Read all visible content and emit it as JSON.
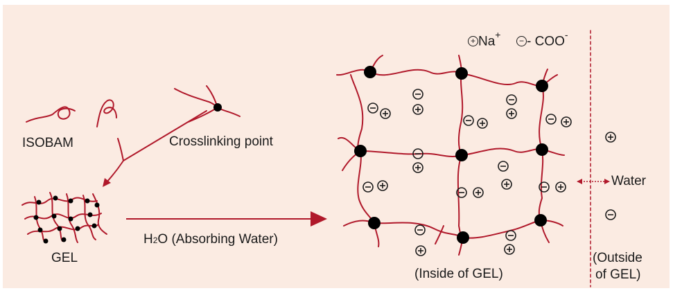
{
  "labels": {
    "isobam": "ISOBAM",
    "crosslinking": "Crosslinking point",
    "gel": "GEL",
    "h2o_h": "H",
    "h2o_2": "2",
    "h2o_rest": "O (Absorbing Water)",
    "inside": "(Inside of GEL)",
    "outside_1": "(Outside",
    "outside_2": "of GEL)",
    "water": "Water",
    "legend_na": "Na",
    "legend_na_sup": "+",
    "legend_coo": "- COO",
    "legend_coo_sup": "-"
  },
  "colors": {
    "background": "#fbebe2",
    "chain": "#b0182a",
    "node": "#000000",
    "ion": "#1a1a1a"
  },
  "ions": {
    "plus_symbol": "+",
    "minus_symbol": "−"
  }
}
